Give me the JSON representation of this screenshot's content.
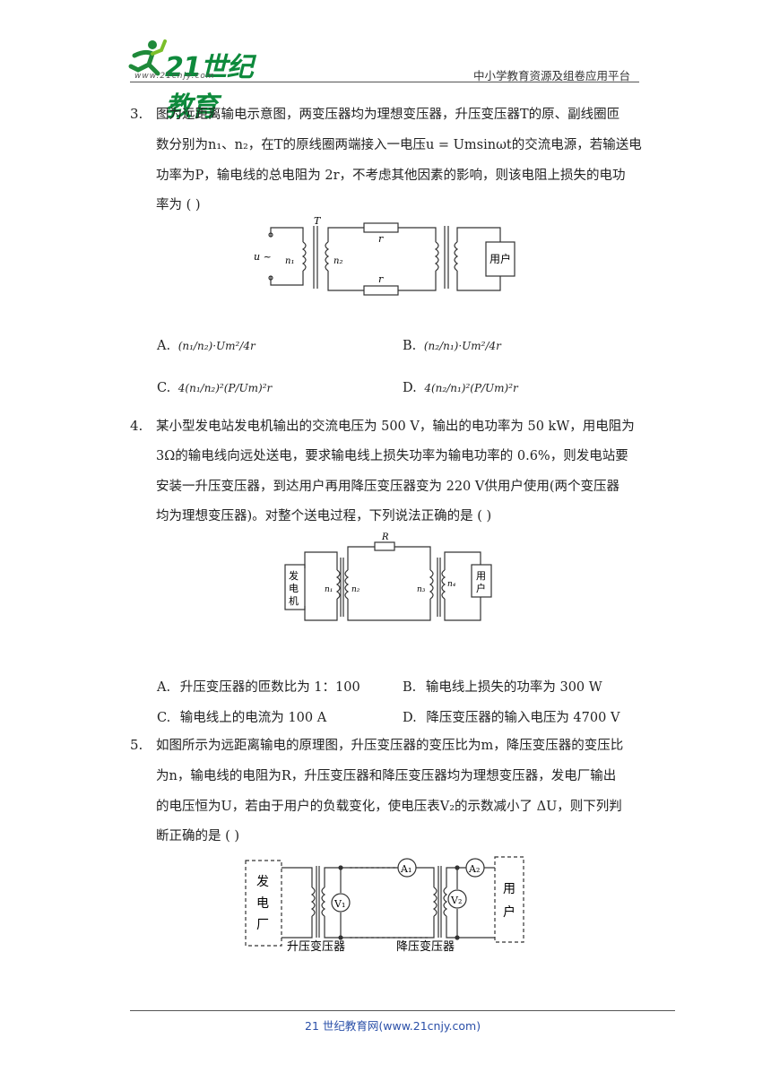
{
  "header": {
    "logo_text": "21世纪教育",
    "logo_url": "www.21cnjy.com",
    "platform": "中小学教育资源及组卷应用平台"
  },
  "questions": [
    {
      "number": "3.",
      "lines": [
        "图为远距离输电示意图，两变压器均为理想变压器，升压变压器T的原、副线圈匝",
        "数分别为n₁、n₂，在T的原线圈两端接入一电压u = Umsinωt的交流电源，若输送电",
        "功率为P，输电线的总电阻为 2r，不考虑其他因素的影响，则该电阻上损失的电功",
        "率为 (    )"
      ],
      "figure_labels": {
        "u": "u ~",
        "n1": "n₁",
        "n2": "n₂",
        "T": "T",
        "r_top": "r",
        "r_bottom": "r",
        "user": "用户"
      },
      "options": [
        {
          "label": "A.",
          "text": "(n₁/n₂)·Um²/4r"
        },
        {
          "label": "B.",
          "text": "(n₂/n₁)·Um²/4r"
        },
        {
          "label": "C.",
          "text": "4(n₁/n₂)²(P/Um)²r"
        },
        {
          "label": "D.",
          "text": "4(n₂/n₁)²(P/Um)²r"
        }
      ]
    },
    {
      "number": "4.",
      "lines": [
        "某小型发电站发电机输出的交流电压为 500 V，输出的电功率为 50 kW，用电阻为",
        "3Ω的输电线向远处送电，要求输电线上损失功率为输电功率的 0.6%，则发电站要",
        "安装一升压变压器，到达用户再用降压变压器变为 220 V供用户使用(两个变压器",
        "均为理想变压器)。对整个送电过程，下列说法正确的是 (    )"
      ],
      "figure_labels": {
        "gen": [
          "发",
          "电",
          "机"
        ],
        "n1": "n₁",
        "n2": "n₂",
        "n3": "n₃",
        "n4": "n₄",
        "R": "R",
        "user": [
          "用",
          "户"
        ]
      },
      "options": [
        {
          "label": "A.",
          "text": "升压变压器的匝数比为 1：100"
        },
        {
          "label": "B.",
          "text": "输电线上损失的功率为 300 W"
        },
        {
          "label": "C.",
          "text": "输电线上的电流为 100 A"
        },
        {
          "label": "D.",
          "text": "降压变压器的输入电压为 4700 V"
        }
      ]
    },
    {
      "number": "5.",
      "lines": [
        "如图所示为远距离输电的原理图，升压变压器的变压比为m，降压变压器的变压比",
        "为n，输电线的电阻为R，升压变压器和降压变压器均为理想变压器，发电厂输出",
        "的电压恒为U，若由于用户的负载变化，使电压表V₂的示数减小了 ΔU，则下列判",
        "断正确的是 (    )"
      ],
      "figure_labels": {
        "plant": [
          "发",
          "电",
          "厂"
        ],
        "V1": "V₁",
        "V2": "V₂",
        "A1": "A₁",
        "A2": "A₂",
        "user": [
          "用",
          "户"
        ],
        "step_up": "升压变压器",
        "step_down": "降压变压器"
      }
    }
  ],
  "footer": {
    "text": "21 世纪教育网(www.21cnjy.com)"
  }
}
